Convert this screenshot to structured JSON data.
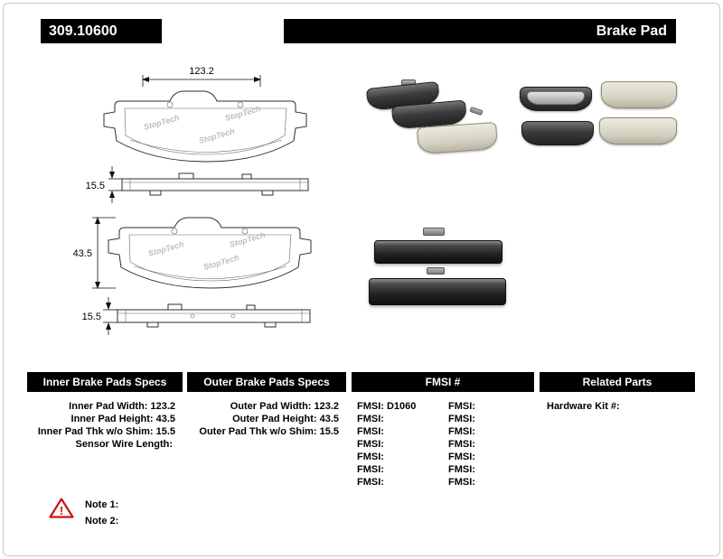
{
  "colors": {
    "header_bg": "#000000",
    "header_text": "#ffffff",
    "warning_red": "#cc1111"
  },
  "header": {
    "part_number": "309.10600",
    "product_type": "Brake Pad"
  },
  "diagram": {
    "watermark": "StopTech",
    "dims": {
      "pad_width": "123.2",
      "pad_thickness_top": "15.5",
      "pad_height": "43.5",
      "pad_thickness_bottom": "15.5"
    }
  },
  "specs_table": {
    "inner": {
      "header": "Inner Brake Pads Specs",
      "rows": [
        {
          "label": "Inner Pad Width:",
          "value": "123.2"
        },
        {
          "label": "Inner Pad Height:",
          "value": "43.5"
        },
        {
          "label": "Inner Pad Thk w/o Shim:",
          "value": "15.5"
        },
        {
          "label": "Sensor Wire Length:",
          "value": ""
        }
      ]
    },
    "outer": {
      "header": "Outer Brake Pads Specs",
      "rows": [
        {
          "label": "Outer Pad Width:",
          "value": "123.2"
        },
        {
          "label": "Outer Pad Height:",
          "value": "43.5"
        },
        {
          "label": "Outer Pad Thk w/o Shim:",
          "value": "15.5"
        }
      ]
    },
    "fmsi": {
      "header": "FMSI #",
      "rows": [
        {
          "left_label": "FMSI:",
          "left_value": "D1060",
          "right_label": "FMSI:",
          "right_value": ""
        },
        {
          "left_label": "FMSI:",
          "left_value": "",
          "right_label": "FMSI:",
          "right_value": ""
        },
        {
          "left_label": "FMSI:",
          "left_value": "",
          "right_label": "FMSI:",
          "right_value": ""
        },
        {
          "left_label": "FMSI:",
          "left_value": "",
          "right_label": "FMSI:",
          "right_value": ""
        },
        {
          "left_label": "FMSI:",
          "left_value": "",
          "right_label": "FMSI:",
          "right_value": ""
        },
        {
          "left_label": "FMSI:",
          "left_value": "",
          "right_label": "FMSI:",
          "right_value": ""
        },
        {
          "left_label": "FMSI:",
          "left_value": "",
          "right_label": "FMSI:",
          "right_value": ""
        }
      ]
    },
    "related": {
      "header": "Related Parts",
      "rows": [
        {
          "label": "Hardware Kit #:",
          "value": ""
        }
      ]
    }
  },
  "notes": {
    "warning_glyph": "!",
    "note1": "Note 1:",
    "note2": "Note 2:"
  }
}
